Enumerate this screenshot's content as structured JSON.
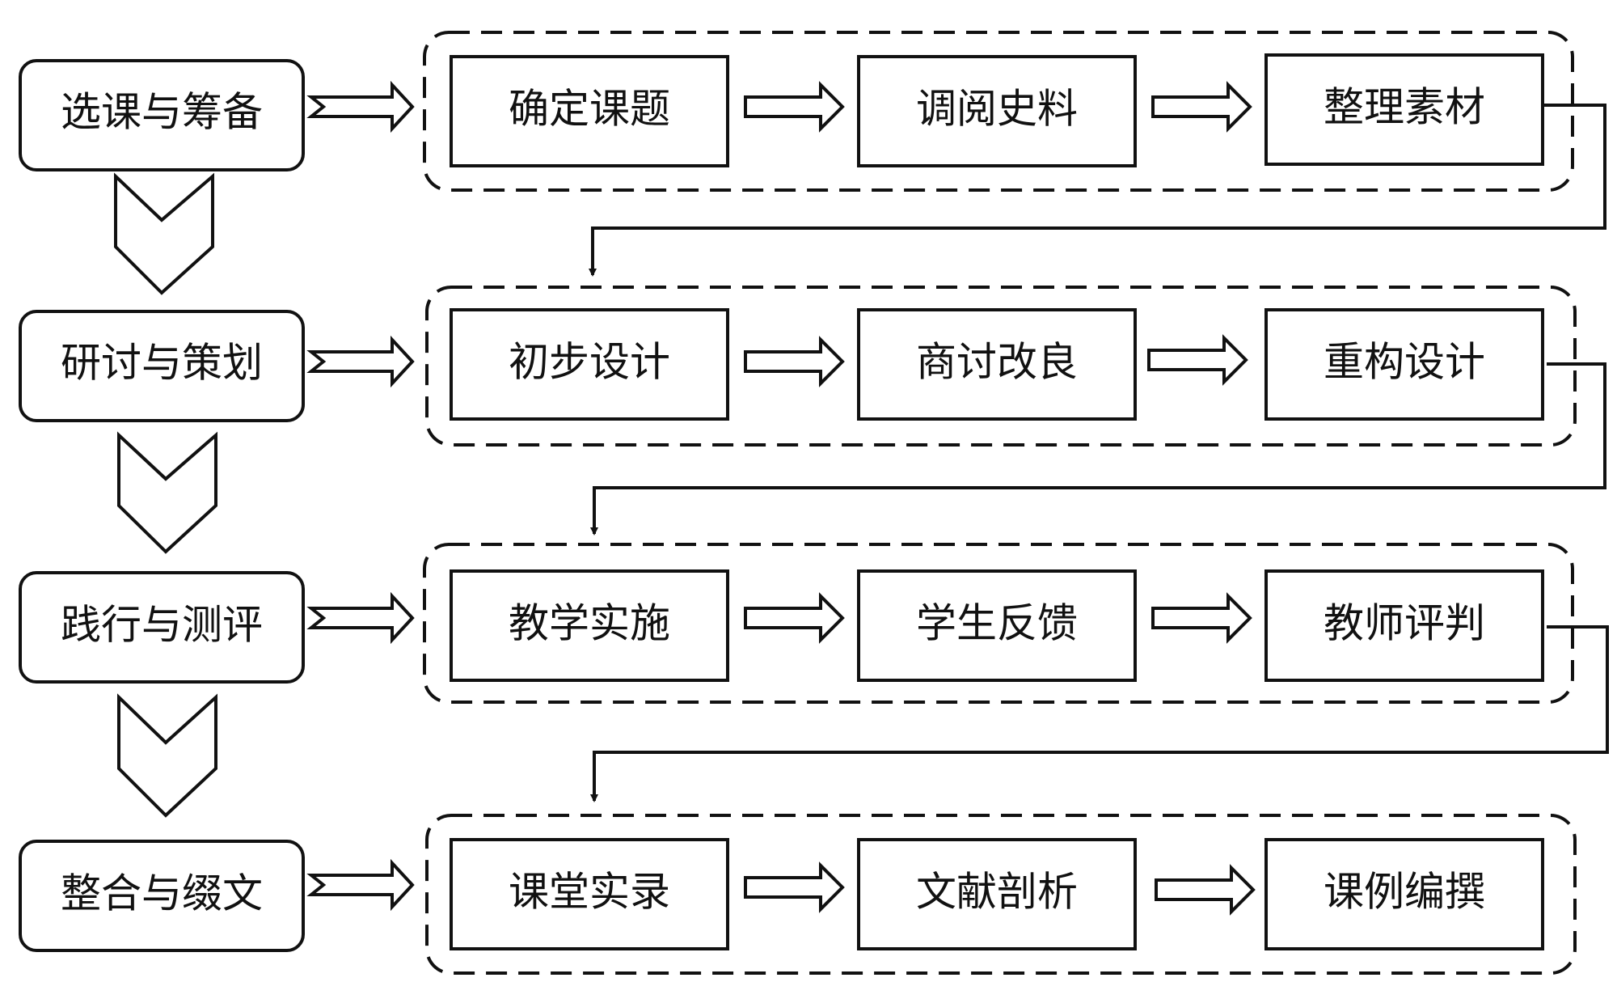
{
  "stages": [
    {
      "label": "选课与筹备",
      "steps": [
        "确定课题",
        "调阅史料",
        "整理素材"
      ]
    },
    {
      "label": "研讨与策划",
      "steps": [
        "初步设计",
        "商讨改良",
        "重构设计"
      ]
    },
    {
      "label": "践行与测评",
      "steps": [
        "教学实施",
        "学生反馈",
        "教师评判"
      ]
    },
    {
      "label": "整合与缀文",
      "steps": [
        "课堂实录",
        "文献剖析",
        "课例编撰"
      ]
    }
  ]
}
